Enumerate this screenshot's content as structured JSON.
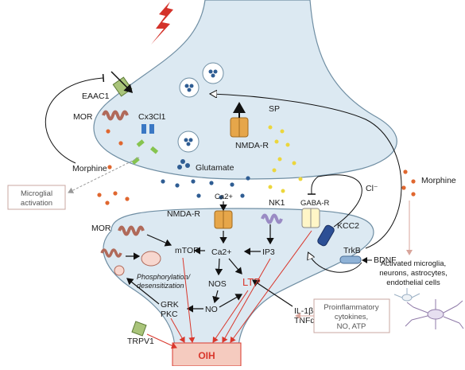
{
  "labels": {
    "eaac1": "EAAC1",
    "cx3cl1": "Cx3Cl1",
    "mor_pre": "MOR",
    "morphine_pre": "Morphine",
    "sp": "SP",
    "nmdar_pre": "NMDA-R",
    "glutamate": "Glutamate",
    "cl": "Cl⁻",
    "morphine_right": "Morphine",
    "nmdar_post": "NMDA-R",
    "ca2_channel": "Ca2+",
    "nk1": "NK1",
    "gabar": "GABA-R",
    "kcc2": "KCC2",
    "mor_post": "MOR",
    "mtor": "mTOR",
    "ca2_center": "Ca2+",
    "ip3": "IP3",
    "trkb": "TrkB",
    "bdnf": "BDNF",
    "phospho_line1": "Phosphorylation/",
    "phospho_line2": "desensitization",
    "nos": "NOS",
    "ltp": "LTP",
    "grk": "GRK",
    "pkc": "PKC",
    "no": "NO",
    "il1b": "IL-1β",
    "tnfa": "TNFα",
    "trpv1": "TRPV1",
    "oih": "OIH",
    "activated_line1": "Activated microglia,",
    "activated_line2": "neurons, astrocytes,",
    "activated_line3": "endothelial cells"
  },
  "boxes": {
    "microglial_line1": "Microglial",
    "microglial_line2": "activation",
    "cytokines_line1": "Proinflammatory",
    "cytokines_line2": "cytokines,",
    "cytokines_line3": "NO, ATP"
  },
  "colors": {
    "neuron_fill": "#dce9f2",
    "neuron_stroke": "#6f8ea3",
    "oih_fill": "#f5cbbf",
    "oih_text": "#d9372c",
    "ltp": "#d9372c",
    "mor": "#b06a5a",
    "glutamate": "#2f5d93",
    "sp": "#ecd63c",
    "morphine": "#e0672f",
    "nmda": "#e6a64a",
    "nk1": "#9a8bc4",
    "kcc2": "#2c4f95",
    "bolt": "#d4322a",
    "eaac1": "#a9c47a"
  },
  "icons": [
    "lightning-bolt-icon",
    "microglia-cell-icon"
  ]
}
